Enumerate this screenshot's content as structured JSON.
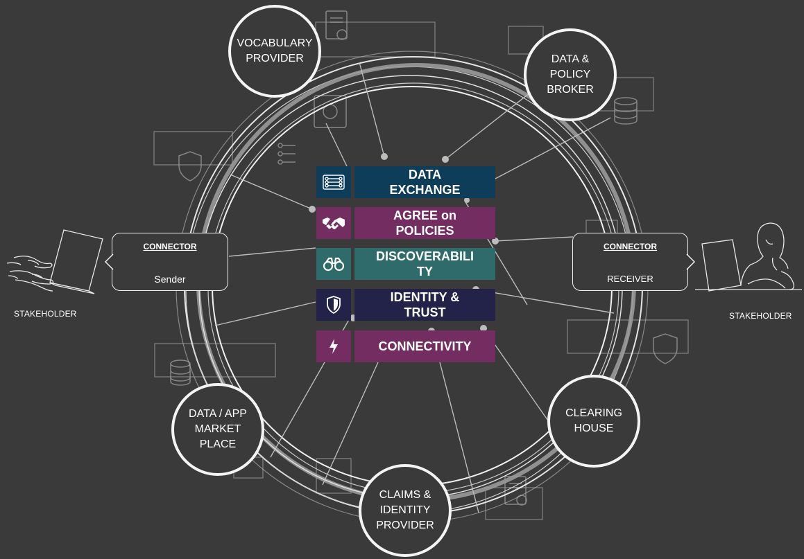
{
  "colors": {
    "background": "#3a3a3a",
    "navy": "#0e3d59",
    "plum": "#732d61",
    "teal": "#2f6b6a",
    "indigo": "#23234a",
    "line": "#cfcfcf"
  },
  "roles": {
    "vocabulary": "VOCABULARY\nPROVIDER",
    "broker": "DATA &\nPOLICY\nBROKER",
    "marketplace": "DATA / APP\nMARKET\nPLACE",
    "clearing": "CLEARING\nHOUSE",
    "claims": "CLAIMS &\nIDENTITY\nPROVIDER"
  },
  "connectors": {
    "sender": {
      "title": "CONNECTOR",
      "sub": "Sender"
    },
    "receiver": {
      "title": "CONNECTOR",
      "sub": "RECEIVER"
    }
  },
  "stakeholders": {
    "left": "STAKEHOLDER",
    "right": "STAKEHOLDER"
  },
  "layers": [
    {
      "label": "DATA\nEXCHANGE",
      "icon": "data-flow-icon",
      "color": "#0e3d59"
    },
    {
      "label": "AGREE on\nPOLICIES",
      "icon": "handshake-icon",
      "color": "#732d61"
    },
    {
      "label": "DISCOVERABILI\nTY",
      "icon": "binoculars-icon",
      "color": "#2f6b6a"
    },
    {
      "label": "IDENTITY &\nTRUST",
      "icon": "shield-icon",
      "color": "#23234a"
    },
    {
      "label": "CONNECTIVITY",
      "icon": "lightning-icon",
      "color": "#732d61"
    }
  ]
}
